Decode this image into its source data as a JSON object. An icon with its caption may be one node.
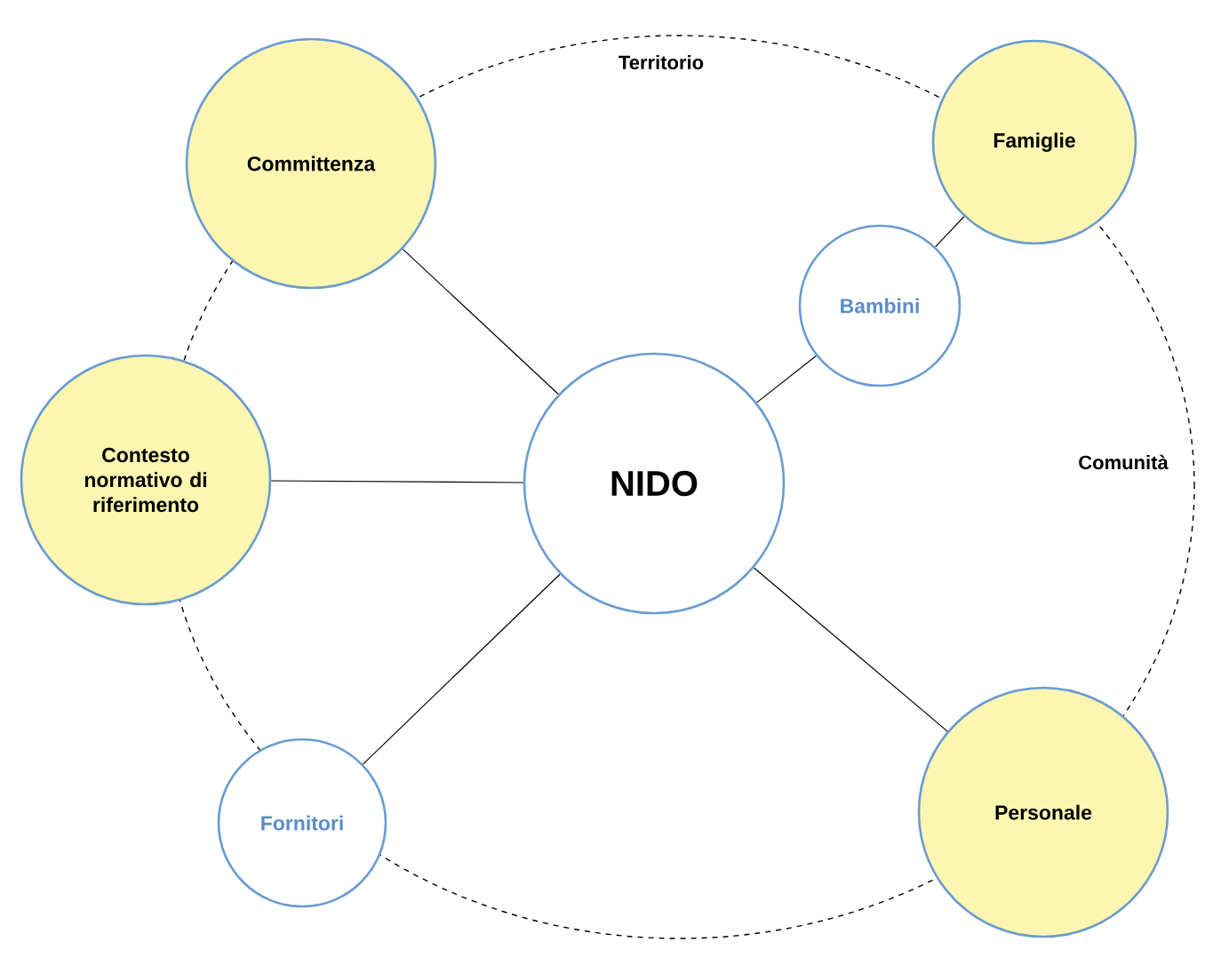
{
  "diagram": {
    "nodes": [
      {
        "text": [
          "Committenza"
        ]
      },
      {
        "text": [
          "Famiglie"
        ]
      },
      {
        "text": [
          "Bambini"
        ]
      },
      {
        "text": [
          "Contesto normativo di riferimento"
        ]
      },
      {
        "text": [
          "NIDO"
        ]
      },
      {
        "text": [
          "Fornitori"
        ]
      },
      {
        "text": [
          "Personale"
        ]
      }
    ],
    "edges": [
      {
        "from": 0,
        "to": 4,
        "arrow": "none"
      },
      {
        "from": 2,
        "to": 1,
        "arrow": "none"
      },
      {
        "from": 2,
        "to": 4,
        "arrow": "none"
      },
      {
        "from": 3,
        "to": 4,
        "arrow": "none"
      },
      {
        "from": 5,
        "to": 4,
        "arrow": "none"
      },
      {
        "from": 4,
        "to": 6,
        "arrow": "none"
      }
    ],
    "labels": [
      "Territorio",
      "Comunità"
    ]
  }
}
